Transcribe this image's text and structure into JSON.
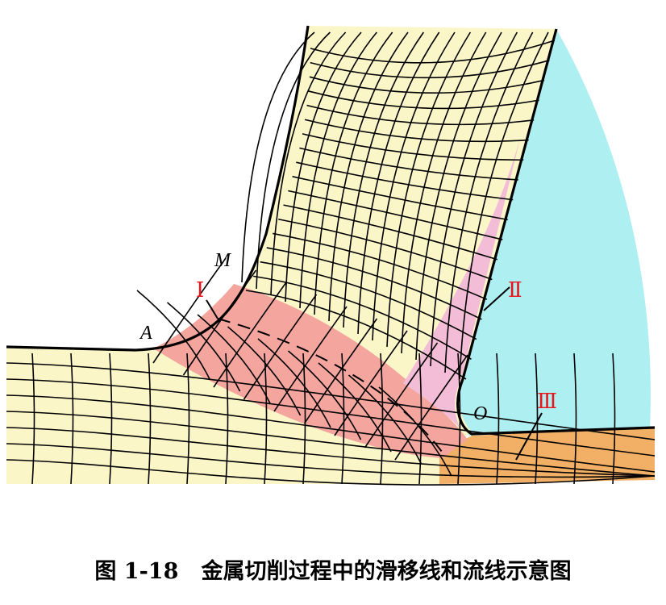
{
  "labels": {
    "point_a": "A",
    "point_m": "M",
    "point_o": "O",
    "zone_1": "Ⅰ",
    "zone_2": "Ⅱ",
    "zone_3": "Ⅲ"
  },
  "caption": "图 1-18   金属切削过程中的滑移线和流线示意图",
  "colors": {
    "material": "#fbf6c8",
    "tool": "#aeeff2",
    "primary_zone": "#f4a59e",
    "secondary_zone": "#f3bcd7",
    "tertiary_zone": "#f2b066",
    "lines": "#000000",
    "zone_label": "#e8151b"
  }
}
